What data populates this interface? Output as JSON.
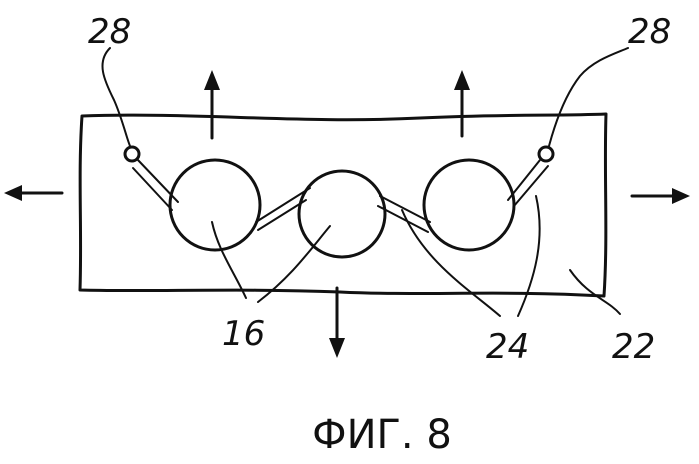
{
  "labels": {
    "ref_28_left": "28",
    "ref_28_right": "28",
    "ref_16": "16",
    "ref_24": "24",
    "ref_22": "22"
  },
  "caption": "ФИГ. 8",
  "colors": {
    "ink": "#111111",
    "background": "#ffffff"
  }
}
